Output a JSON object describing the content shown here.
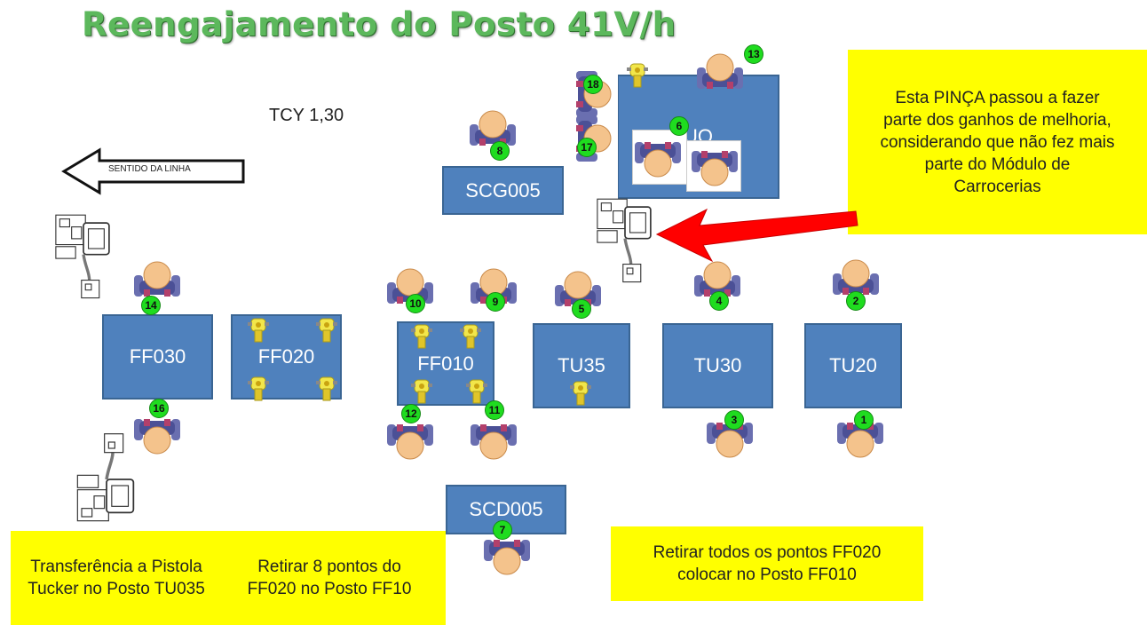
{
  "title": "Reengajamento do Posto 41V/h",
  "tcy": "TCY 1,30",
  "line_direction": "SENTIDO DA LINHA",
  "stations": {
    "scg005": "SCG005",
    "uo": "UO",
    "ff030": "FF030",
    "ff020": "FF020",
    "ff010": "FF010",
    "tu35": "TU35",
    "tu30": "TU30",
    "tu20": "TU20",
    "scd005": "SCD005"
  },
  "notes": {
    "pinca": "Esta PINÇA passou a fazer parte dos ganhos de melhoria, considerando que não fez mais parte do Módulo de Carrocerias",
    "transfer": "Transferência a Pistola Tucker no Posto TU035",
    "retirar8": "Retirar 8 pontos do FF020 no Posto FF10",
    "retirar_todos": "Retirar todos os pontos FF020 colocar no Posto FF010"
  },
  "operators": [
    "1",
    "2",
    "3",
    "4",
    "5",
    "6",
    "7",
    "8",
    "9",
    "10",
    "11",
    "12",
    "13",
    "14",
    "16",
    "17",
    "18"
  ],
  "colors": {
    "title_green": "#5cb85c",
    "station_blue": "#4f81bd",
    "note_yellow": "#ffff00",
    "badge_green": "#1fdc1f",
    "arrow_red": "#ff0000"
  }
}
